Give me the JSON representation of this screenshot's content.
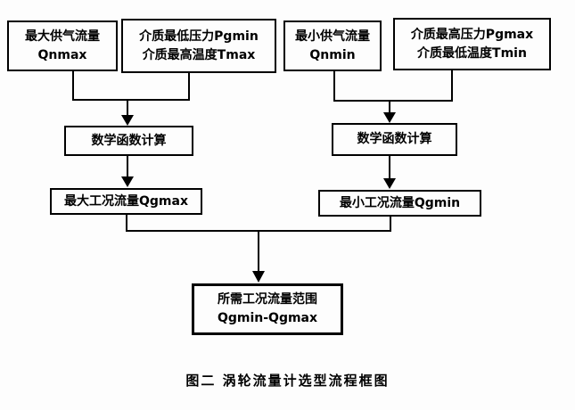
{
  "diagram": {
    "caption": "图二  涡轮流量计选型流程框图",
    "boxes": {
      "qnmax": {
        "line1": "最大供气流量",
        "line2": "Qnmax"
      },
      "pgmin_tmax": {
        "line1": "介质最低压力Pgmin",
        "line2": "介质最高温度Tmax"
      },
      "qnmin": {
        "line1": "最小供气流量",
        "line2": "Qnmin"
      },
      "pgmax_tmin": {
        "line1": "介质最高压力Pgmax",
        "line2": "介质最低温度Tmin"
      },
      "calc_left": {
        "line1": "数学函数计算"
      },
      "calc_right": {
        "line1": "数学函数计算"
      },
      "qgmax": {
        "line1": "最大工况流量Qgmax"
      },
      "qgmin": {
        "line1": "最小工况流量Qgmin"
      },
      "result": {
        "line1": "所需工况流量范围",
        "line2": "Qgmin-Qgmax"
      }
    },
    "colors": {
      "line": "#000000",
      "text": "#000000",
      "background": "#fdfdfd"
    }
  }
}
